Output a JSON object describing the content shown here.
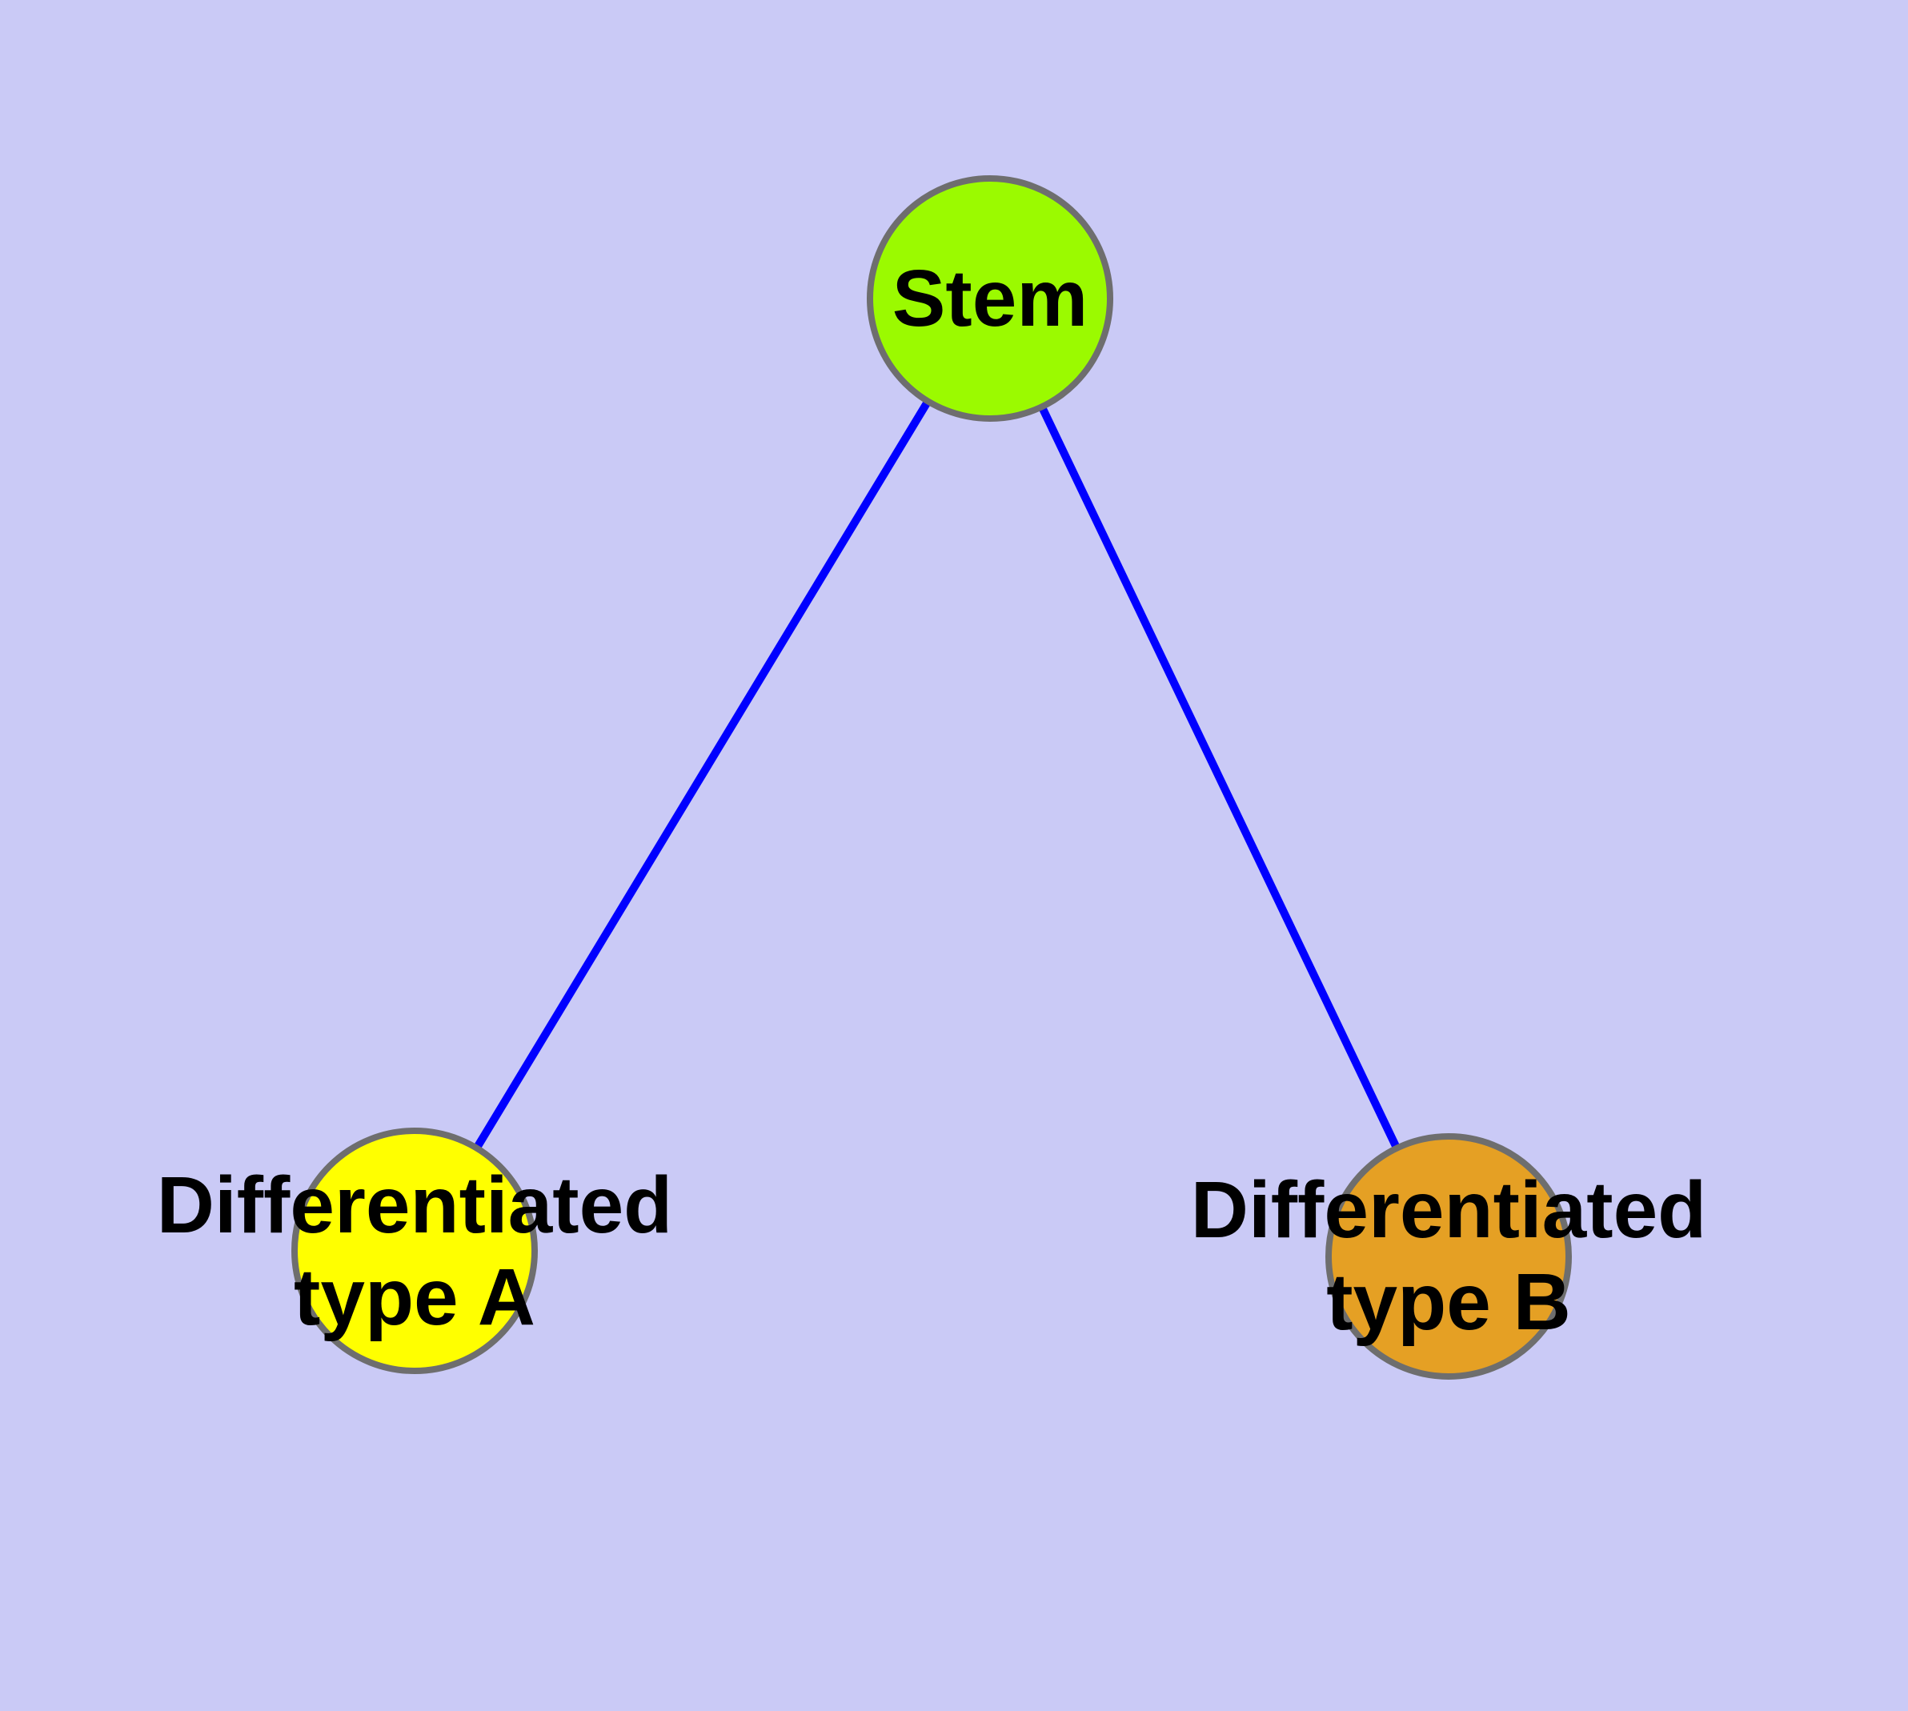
{
  "diagram": {
    "type": "graph",
    "description": "Cell differentiation tree: one stem node connected to two differentiated nodes",
    "background_color": "#CACAF6",
    "node_border_color": "#6E6E6E",
    "edge_color": "#0000FF",
    "nodes": {
      "stem": {
        "label": "Stem",
        "color": "#9BFA00"
      },
      "type_a": {
        "label_line1": "Differentiated",
        "label_line2": "type A",
        "color": "#FFFF00"
      },
      "type_b": {
        "label_line1": "Differentiated",
        "label_line2": "type B",
        "color": "#E5A024"
      }
    },
    "edges": [
      {
        "from": "stem",
        "to": "type_a"
      },
      {
        "from": "stem",
        "to": "type_b"
      }
    ]
  }
}
